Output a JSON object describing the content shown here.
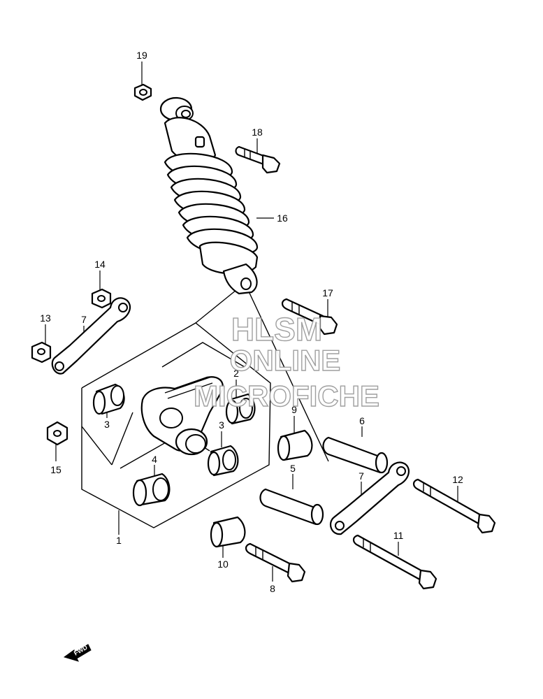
{
  "callouts": [
    {
      "id": "19",
      "label": "19"
    },
    {
      "id": "18",
      "label": "18"
    },
    {
      "id": "16",
      "label": "16"
    },
    {
      "id": "14",
      "label": "14"
    },
    {
      "id": "17",
      "label": "17"
    },
    {
      "id": "13",
      "label": "13"
    },
    {
      "id": "7a",
      "label": "7"
    },
    {
      "id": "2",
      "label": "2"
    },
    {
      "id": "3a",
      "label": "3"
    },
    {
      "id": "9",
      "label": "9"
    },
    {
      "id": "6",
      "label": "6"
    },
    {
      "id": "3b",
      "label": "3"
    },
    {
      "id": "15",
      "label": "15"
    },
    {
      "id": "4",
      "label": "4"
    },
    {
      "id": "5",
      "label": "5"
    },
    {
      "id": "7b",
      "label": "7"
    },
    {
      "id": "12",
      "label": "12"
    },
    {
      "id": "1",
      "label": "1"
    },
    {
      "id": "11",
      "label": "11"
    },
    {
      "id": "10",
      "label": "10"
    },
    {
      "id": "8",
      "label": "8"
    }
  ],
  "watermark": {
    "line1": "HLSM",
    "line2": "ONLINE",
    "line3": "MICROFICHE"
  },
  "fwd_badge": "FWD"
}
